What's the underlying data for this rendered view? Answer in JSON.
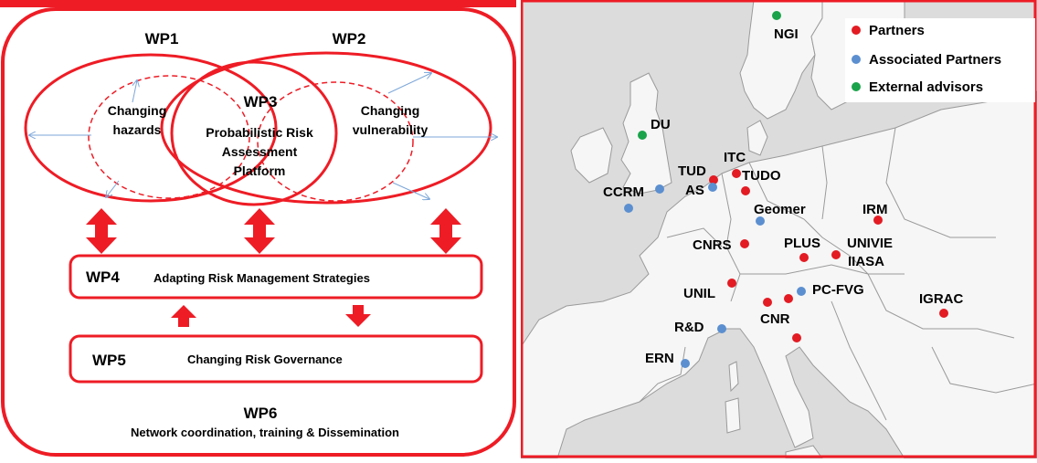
{
  "diagram": {
    "wp1": "WP1",
    "wp2": "WP2",
    "wp3": "WP3",
    "wp3_lines": [
      "Probabilistic Risk",
      "Assessment",
      "Platform"
    ],
    "changing_hazards": [
      "Changing",
      "hazards"
    ],
    "changing_vulnerability": [
      "Changing",
      "vulnerability"
    ],
    "wp4": "WP4",
    "wp4_text": "Adapting Risk Management Strategies",
    "wp5": "WP5",
    "wp5_text": "Changing Risk Governance",
    "wp6": "WP6",
    "wp6_text": "Network coordination, training & Dissemination"
  },
  "colors": {
    "red": "#ee1c25",
    "partner": "#e31b23",
    "associated": "#5b8fd0",
    "advisor": "#1aa34a",
    "map_land": "#f6f6f6",
    "map_sea": "#dcdcdc",
    "border": "#9a9a9a"
  },
  "legend": {
    "partners": "Partners",
    "associated": "Associated Partners",
    "advisors": "External advisors"
  },
  "map_labels": {
    "ngi": "NGI",
    "du": "DU",
    "itc": "ITC",
    "tud": "TUD",
    "tudo": "TUDO",
    "as": "AS",
    "ccrm": "CCRM",
    "geomer": "Geomer",
    "irm": "IRM",
    "cnrs": "CNRS",
    "plus": "PLUS",
    "univie": "UNIVIE",
    "iiasa": "IIASA",
    "unil": "UNIL",
    "pcfvg": "PC-FVG",
    "igrac": "IGRAC",
    "cnr": "CNR",
    "rd": "R&D",
    "ern": "ERN"
  }
}
